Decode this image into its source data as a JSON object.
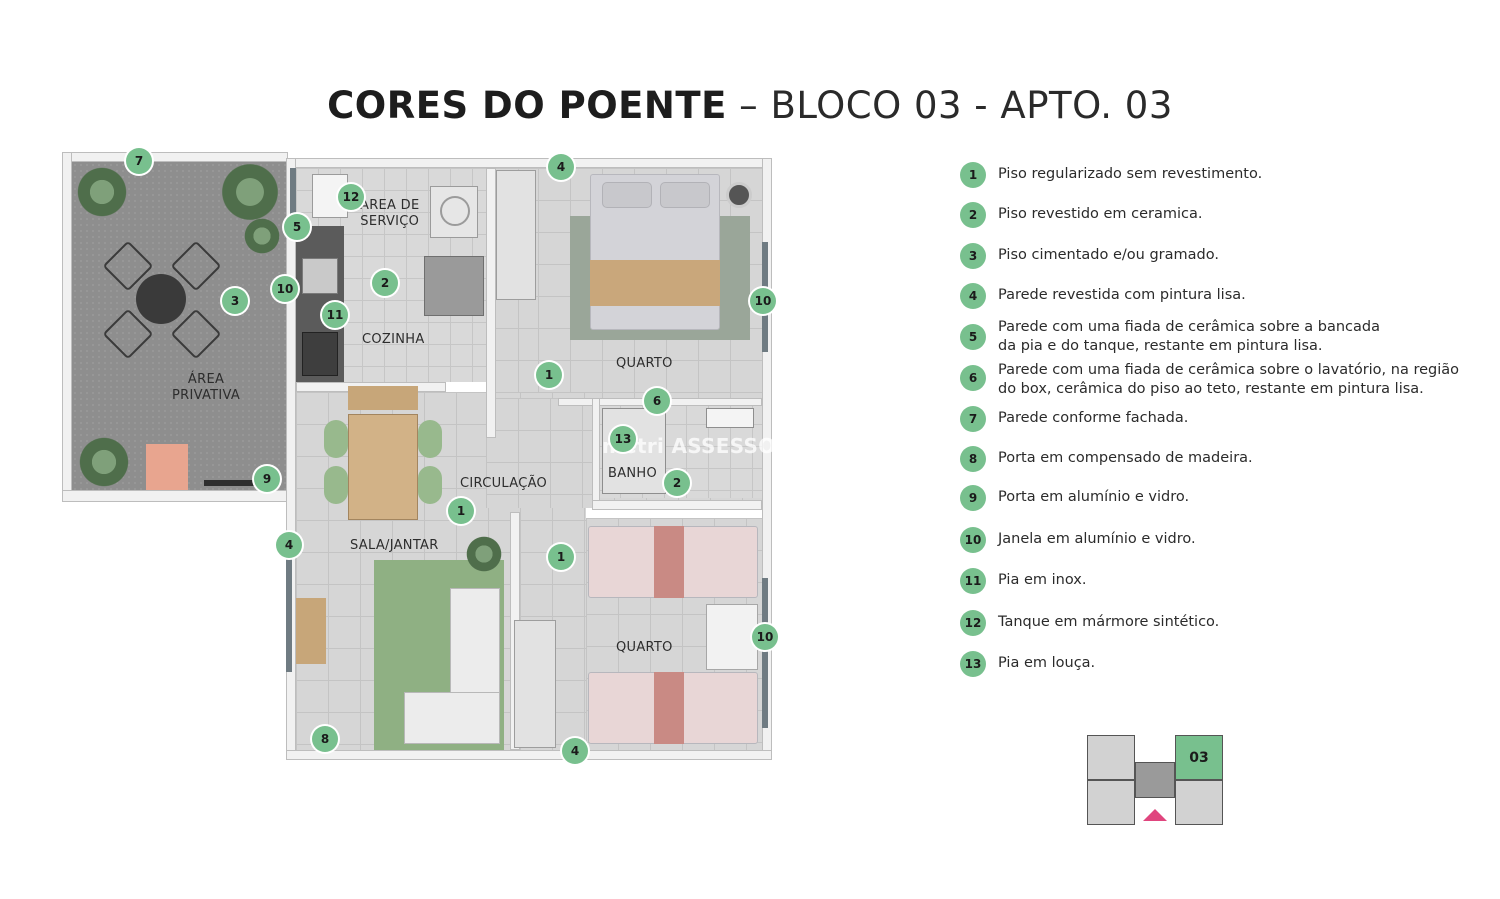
{
  "title": {
    "bold": "CORES DO POENTE",
    "dash": "–",
    "light": "BLOCO 03 - APTO. 03"
  },
  "rooms": {
    "area_privativa": "ÁREA\nPRIVATIVA",
    "area_servico": "ÁREA DE\nSERVIÇO",
    "cozinha": "COZINHA",
    "quarto_top": "QUARTO",
    "banho": "BANHO",
    "circulacao": "CIRCULAÇÃO",
    "sala_jantar": "SALA/JANTAR",
    "quarto_bottom": "QUARTO"
  },
  "markers": [
    "7",
    "4",
    "12",
    "5",
    "10",
    "11",
    "2",
    "3",
    "10",
    "1",
    "6",
    "13",
    "2",
    "9",
    "1",
    "4",
    "1",
    "10",
    "8",
    "4"
  ],
  "legend": [
    {
      "num": "1",
      "text": "Piso regularizado sem revestimento."
    },
    {
      "num": "2",
      "text": "Piso revestido em ceramica."
    },
    {
      "num": "3",
      "text": "Piso cimentado e/ou gramado."
    },
    {
      "num": "4",
      "text": "Parede revestida com pintura lisa."
    },
    {
      "num": "5",
      "text": "Parede com uma fiada de cerâmica sobre a bancada\nda pia e do tanque, restante em pintura lisa."
    },
    {
      "num": "6",
      "text": "Parede com uma fiada de cerâmica sobre o lavatório, na região\ndo box, cerâmica do piso ao teto, restante em pintura lisa."
    },
    {
      "num": "7",
      "text": "Parede conforme fachada."
    },
    {
      "num": "8",
      "text": "Porta em compensado de madeira."
    },
    {
      "num": "9",
      "text": "Porta em alumínio e vidro."
    },
    {
      "num": "10",
      "text": "Janela em alumínio e vidro."
    },
    {
      "num": "11",
      "text": "Pia em inox."
    },
    {
      "num": "12",
      "text": "Tanque em mármore sintético."
    },
    {
      "num": "13",
      "text": "Pia em louça."
    }
  ],
  "block_key": {
    "unit_label": "03"
  },
  "watermark": "metri ASSESSORIA",
  "colors": {
    "marker": "#78c08e",
    "unit_highlight": "#78c08e",
    "key_pointer": "#e0457e",
    "rug_green": "#8fb083",
    "bed_throw": "#c98a84"
  }
}
